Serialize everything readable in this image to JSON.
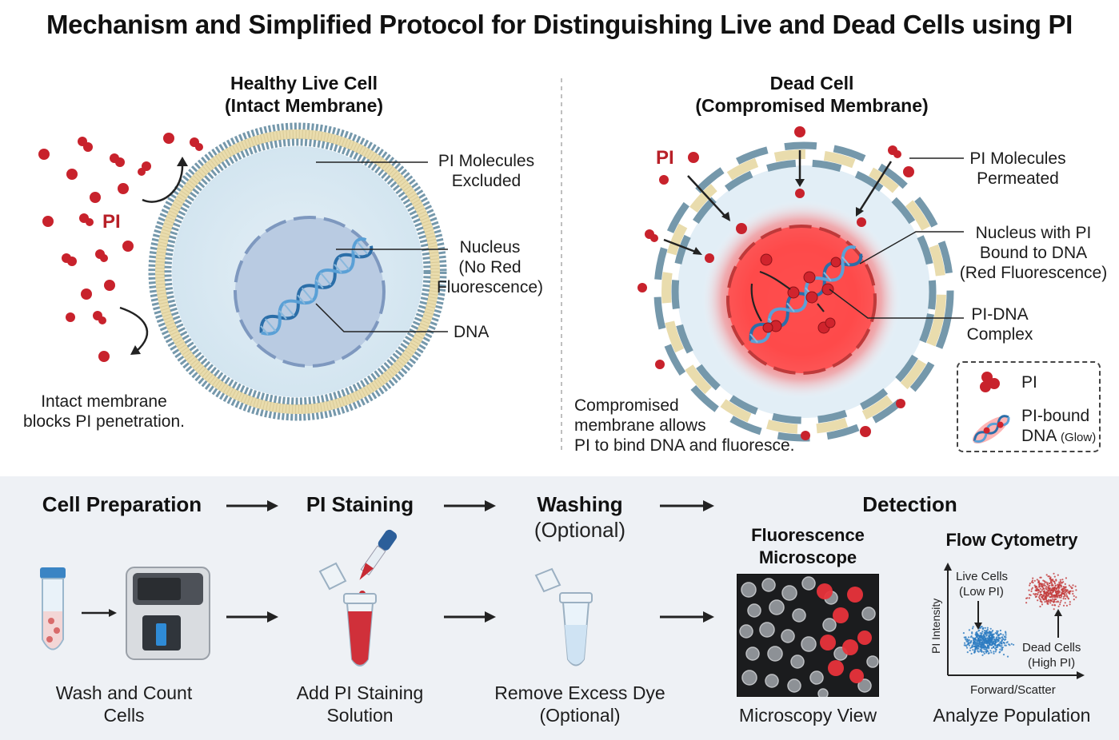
{
  "title": "Mechanism and Simplified Protocol for Distinguishing Live and Dead Cells using PI",
  "live": {
    "title_line1": "Healthy Live Cell",
    "title_line2": "(Intact Membrane)",
    "pi_label": "PI",
    "callout_pi_1": "PI Molecules",
    "callout_pi_2": "Excluded",
    "callout_nucleus_1": "Nucleus",
    "callout_nucleus_2": "(No Red",
    "callout_nucleus_3": "Fluorescence)",
    "callout_dna": "DNA",
    "caption_1": "Intact membrane",
    "caption_2": "blocks PI penetration."
  },
  "dead": {
    "title_line1": "Dead Cell",
    "title_line2": "(Compromised Membrane)",
    "pi_label": "PI",
    "callout_pi_1": "PI Molecules",
    "callout_pi_2": "Permeated",
    "callout_nucleus_1": "Nucleus with PI",
    "callout_nucleus_2": "Bound to DNA",
    "callout_nucleus_3": "(Red Fluorescence)",
    "callout_complex_1": "PI-DNA",
    "callout_complex_2": "Complex",
    "caption_1": "Compromised",
    "caption_2": "membrane allows",
    "caption_3": "PI to bind DNA and fluoresce."
  },
  "legend": {
    "pi": "PI",
    "bound_1": "PI-bound",
    "bound_2": "DNA",
    "bound_glow": "(Glow)"
  },
  "protocol": {
    "step1_title": "Cell Preparation",
    "step1_cap_1": "Wash and Count",
    "step1_cap_2": "Cells",
    "step2_title": "PI Staining",
    "step2_cap_1": "Add PI Staining",
    "step2_cap_2": "Solution",
    "step3_title": "Washing",
    "step3_sub": "(Optional)",
    "step3_cap_1": "Remove Excess Dye",
    "step3_cap_2": "(Optional)",
    "step4_title": "Detection",
    "micro_title_1": "Fluorescence",
    "micro_title_2": "Microscope",
    "micro_cap": "Microscopy View",
    "flow_title": "Flow Cytometry",
    "flow_cap": "Analyze Population",
    "flow_live_1": "Live Cells",
    "flow_live_2": "(Low PI)",
    "flow_dead_1": "Dead Cells",
    "flow_dead_2": "(High PI)",
    "flow_ylabel": "PI Intensity",
    "flow_xlabel": "Forward/Scatter"
  },
  "colors": {
    "pi_red": "#c8222c",
    "membrane_head": "#6f94a8",
    "membrane_tail": "#e8d9a8",
    "cytoplasm": "#dbe9f2",
    "nucleus": "#b7c9e0",
    "dna": "#2d6fa8",
    "glow": "#ff3b3b",
    "live_dots": "#2a7ac0",
    "dead_dots": "#c23a3a"
  }
}
